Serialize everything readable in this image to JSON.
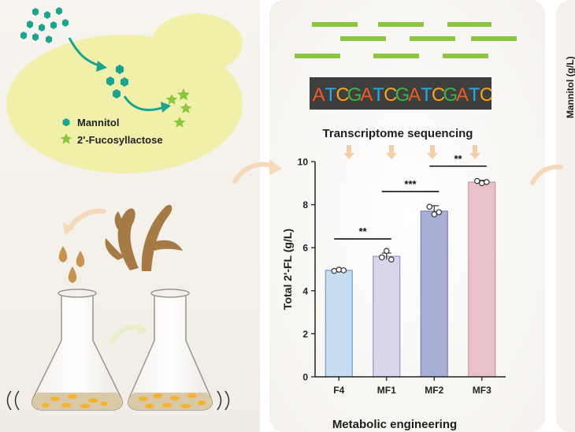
{
  "legend": {
    "mannitol": "Mannitol",
    "fucosyllactose": "2'-Fucosyllactose"
  },
  "sequence": {
    "text": "ATCGATCGATCGATC",
    "caption": "Transcriptome sequencing"
  },
  "bottom_caption": "Metabolic engineering",
  "right_partial_label": "Mannitol (g/L)",
  "colors": {
    "mannitol": "#1aa48f",
    "fucosyllactose": "#8cc63f",
    "cell": "#f1f0ab",
    "gene_bar": "#8cc63f",
    "seq_bg": "#3f3f3f",
    "A": "#f05a28",
    "T": "#27aae1",
    "C": "#f7a51d",
    "G": "#39b54a"
  },
  "chart_data": {
    "type": "bar",
    "categories": [
      "F4",
      "MF1",
      "MF2",
      "MF3"
    ],
    "values": [
      4.95,
      5.6,
      7.7,
      9.05
    ],
    "errors": [
      0.05,
      0.15,
      0.25,
      0.08
    ],
    "points": [
      [
        4.92,
        4.98,
        4.95
      ],
      [
        5.55,
        5.85,
        5.45
      ],
      [
        7.9,
        7.55,
        7.65
      ],
      [
        9.1,
        9.0,
        9.05
      ]
    ],
    "bar_colors": [
      "#c6dcf0",
      "#d8d6ea",
      "#a9aed6",
      "#e8c2c8"
    ],
    "edge_colors": [
      "#5b8fc4",
      "#8a86b8",
      "#6a70b0",
      "#c08890"
    ],
    "ylabel": "Total 2'-FL (g/L)",
    "xlabel": "",
    "ylim": [
      0,
      10
    ],
    "yticks": [
      0,
      2,
      4,
      6,
      8,
      10
    ],
    "significance": [
      {
        "from": 0,
        "to": 1,
        "label": "**"
      },
      {
        "from": 1,
        "to": 2,
        "label": "***"
      },
      {
        "from": 2,
        "to": 3,
        "label": "**"
      }
    ]
  }
}
